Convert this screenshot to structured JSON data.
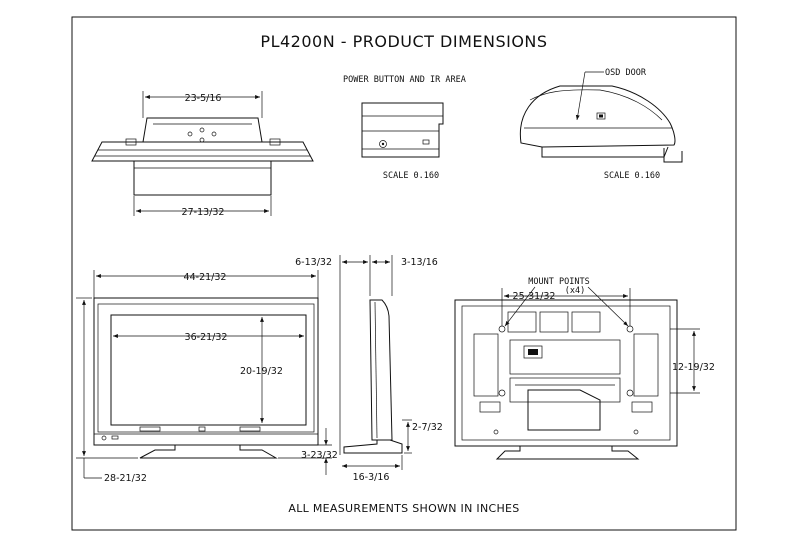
{
  "title": "PL4200N - PRODUCT DIMENSIONS",
  "footer": "ALL MEASUREMENTS SHOWN IN INCHES",
  "top_view": {
    "dim_top": "23-5/16",
    "dim_bottom": "27-13/32"
  },
  "power_detail": {
    "label": "POWER BUTTON AND IR AREA",
    "scale": "SCALE  0.160"
  },
  "osd_detail": {
    "label": "OSD DOOR",
    "scale": "SCALE  0.160"
  },
  "front_view": {
    "width": "44-21/32",
    "screen_width": "36-21/32",
    "screen_height": "20-19/32",
    "base_height": "3-23/32",
    "total_height": "28-21/32"
  },
  "side_view": {
    "depth_top": "6-13/32",
    "depth_panel": "3-13/16",
    "stand_height": "2-7/32",
    "stand_depth": "16-3/16"
  },
  "rear_view": {
    "mount_label": "MOUNT POINTS",
    "mount_count": "(x4)",
    "mount_width": "25-31/32",
    "mount_height": "12-19/32"
  }
}
